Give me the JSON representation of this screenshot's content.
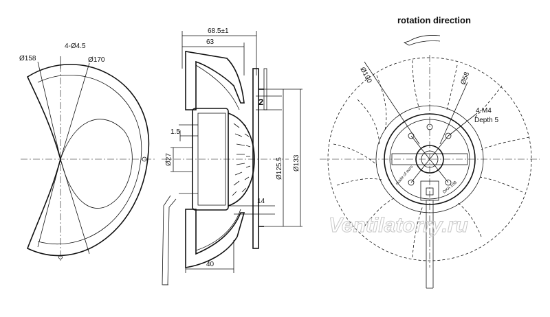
{
  "left_view": {
    "dia_outer": "Ø158",
    "holes": "4-Ø4.5",
    "dia_bolt": "Ø170"
  },
  "side_view": {
    "overall_length": "68.5±1",
    "length_63": "63",
    "dim_2": "2",
    "dim_1_5": "1.5",
    "dia_27": "Ø27",
    "dia_125_5": "Ø125.5",
    "dia_133": "Ø133",
    "dim_14": "14",
    "dim_40": "40"
  },
  "front_view": {
    "rotation_label": "rotation direction",
    "dia_190": "Ø190",
    "dia_58": "Ø58",
    "threads": "4-M4",
    "depth": "Depth 5",
    "hub_text_left": "made of euro",
    "hub_text_right": "DKA 10B"
  },
  "watermark": "Ventilatorry.ru"
}
